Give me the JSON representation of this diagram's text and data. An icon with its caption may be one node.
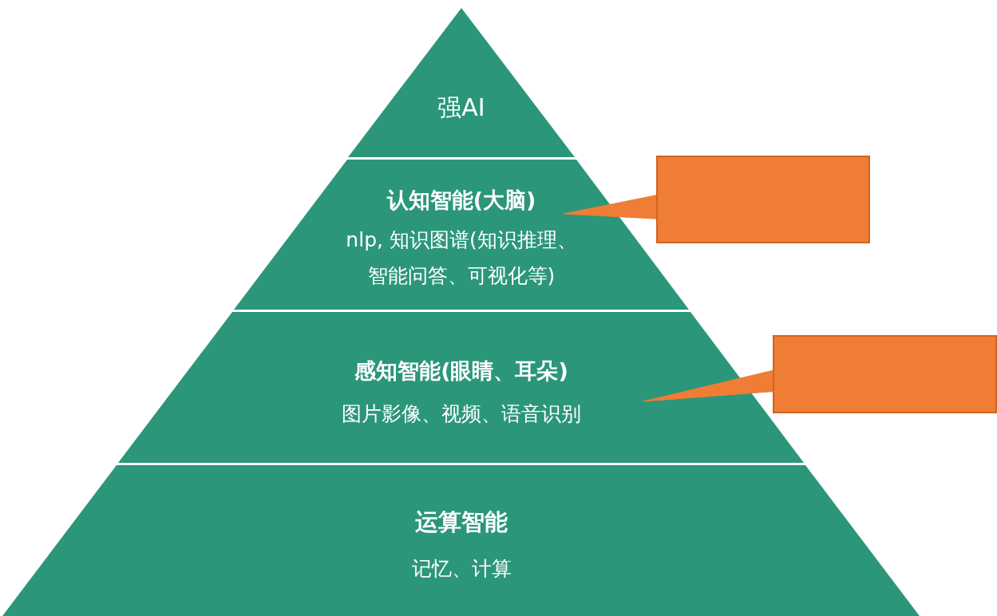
{
  "diagram": {
    "nodes": [
      {
        "text": [
          "强AI"
        ]
      },
      {
        "text": [
          "认知智能(大脑)",
          "nlp, 知识图谱(知识推理、智能问答、可视化等)"
        ]
      },
      {
        "text": [
          "感知智能(眼睛、耳朵)",
          "图片影像、视频、语音识别"
        ]
      },
      {
        "text": [
          "运算智能",
          "记忆、计算"
        ]
      },
      {
        "text": [],
        "shape": "box"
      },
      {
        "text": [],
        "shape": "box"
      }
    ],
    "edges": [
      {
        "from": 4,
        "to": 1,
        "arrow": "none"
      },
      {
        "from": 5,
        "to": 2,
        "arrow": "none"
      }
    ]
  }
}
